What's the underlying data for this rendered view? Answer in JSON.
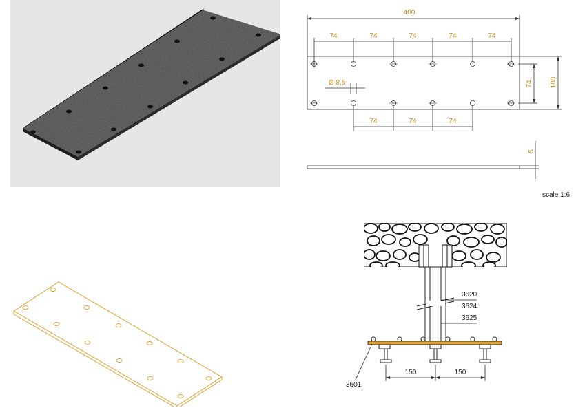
{
  "drawing": {
    "overall_length": "400",
    "spacing": "74",
    "hole_diameter": "Ø 8,5",
    "overall_width": "100",
    "thickness": "5",
    "scale": "scale 1:6"
  },
  "install": {
    "post_codes": [
      "3620",
      "3624",
      "3625"
    ],
    "plate_code": "3601",
    "spacing": "150"
  },
  "colors": {
    "dimension": "#d08a1e",
    "plate_outline": "#e0a02c",
    "steel": "#3a3a3a"
  }
}
